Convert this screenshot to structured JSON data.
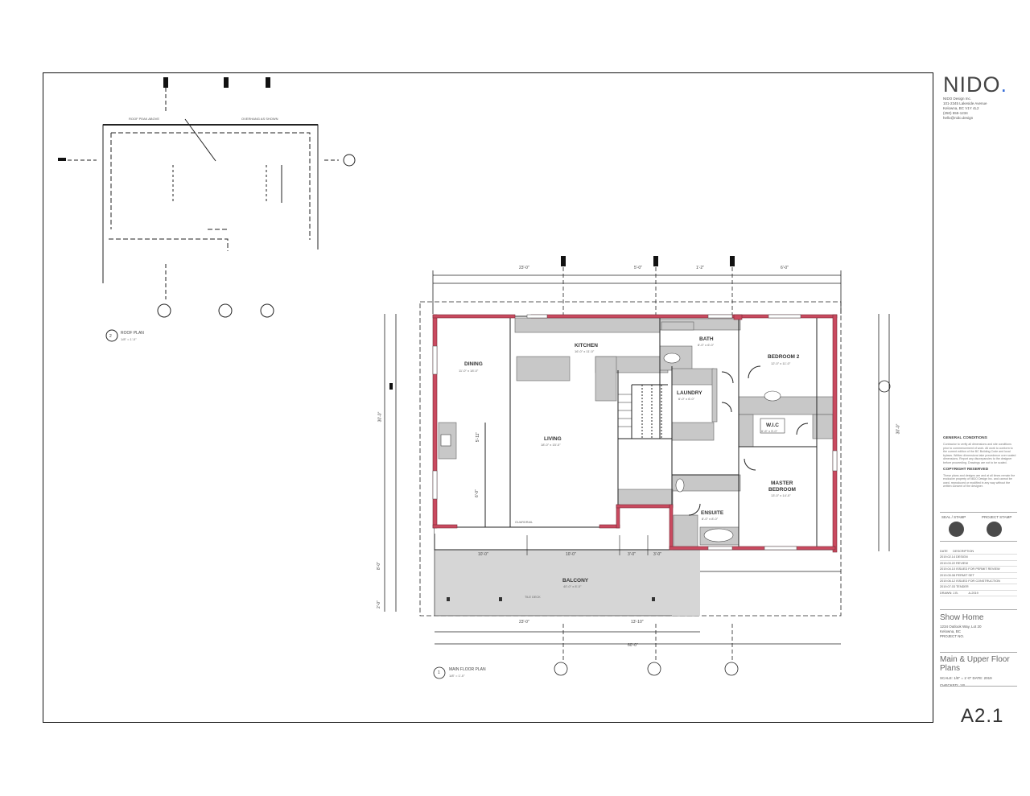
{
  "firm": {
    "logo": "NIDO",
    "logo_dot": ".",
    "lines": [
      "NIDO Design Inc.",
      "101-2345 Lakeside Avenue",
      "Kelowna, BC V1Y 4L2",
      "(250) 555-1234",
      "hello@nido.design"
    ]
  },
  "general_notes": {
    "heading": "GENERAL CONDITIONS",
    "paragraph1": "Contractor to verify all dimensions and site conditions prior to commencement of work. All work to conform to the current edition of the BC Building Code and local bylaws. Written dimensions take precedence over scaled dimensions. Report any discrepancies to the designer before proceeding. Drawings are not to be scaled.",
    "subheading": "COPYRIGHT RESERVED",
    "paragraph2": "These plans and designs are and at all times remain the exclusive property of NIDO Design Inc. and cannot be used, reproduced or modified in any way without the written consent of the designer."
  },
  "stamps": {
    "left": "SEAL / STAMP",
    "right": "PROJECT STAMP"
  },
  "revisions": {
    "header": [
      "DATE",
      "DESCRIPTION"
    ],
    "rows": [
      "2019.02.14  DESIGN",
      "2019.03.22  REVIEW",
      "2019.04.10  ISSUED FOR PERMIT REVIEW",
      "2019.05.08  PERMIT SET",
      "2019.06.12  ISSUED FOR CONSTRUCTION",
      "2019.07.03  TENDER"
    ],
    "footer_left": "DRAWN: J.B.",
    "footer_right": "A-2019"
  },
  "project": {
    "name": "Show Home",
    "address_lines": [
      "1234 Outlook Way, Lot 20",
      "Kelowna, BC",
      "PROJECT NO."
    ]
  },
  "sheet": {
    "title_line1": "Main & Upper Floor",
    "title_line2": "Plans",
    "meta_line1": "SCALE: 1/8\" = 1'-0\"      DATE: 2019",
    "meta_line2": "CHECKED: J.B.",
    "number": "A2.1"
  },
  "upper_plan": {
    "view_title": "ROOF PLAN",
    "view_scale": "1/8\" = 1'-0\"",
    "view_no": "2",
    "notes": [
      "ROOF PEAK ABOVE",
      "OVERHANG AS SHOWN"
    ]
  },
  "main_plan": {
    "view_title": "MAIN FLOOR PLAN",
    "view_scale": "1/8\" = 1'-0\"",
    "view_no": "1",
    "rooms": [
      {
        "name": "DINING",
        "size": "11'-0\" x 18'-0\""
      },
      {
        "name": "KITCHEN",
        "size": "16'-0\" x 11'-0\""
      },
      {
        "name": "LIVING",
        "size": "18'-0\" x 15'-0\""
      },
      {
        "name": "BATH",
        "size": "8'-0\" x 6'-0\""
      },
      {
        "name": "LAUNDRY",
        "size": "6'-0\" x 6'-0\""
      },
      {
        "name": "BEDROOM 2",
        "size": "12'-0\" x 11'-0\""
      },
      {
        "name": "W.I.C",
        "size": "6'-6\" x 5'-0\""
      },
      {
        "name": "MASTER",
        "size": ""
      },
      {
        "name": "BEDROOM",
        "size": "13'-0\" x 14'-0\""
      },
      {
        "name": "ENSUITE",
        "size": "8'-0\" x 8'-0\""
      },
      {
        "name": "BALCONY",
        "size": "40'-0\" x 8'-0\""
      }
    ],
    "dims_top": [
      "23'-0\"",
      "5'-0\"",
      "1'-2\"",
      "6'-0\""
    ],
    "dims_bottom": [
      "10'-0\"",
      "10'-0\"",
      "3'-0\"",
      "3'-0\"",
      "23'-0\"",
      "13'-10\"",
      "60'-0\""
    ],
    "dims_left": [
      "30'-0\"",
      "8'-0\"",
      "2'-0\""
    ],
    "dims_right": [
      "30'-0\""
    ],
    "misc": [
      "5'-11\"",
      "6'-0\"",
      "TILE DECK",
      "GUARDRAIL"
    ]
  },
  "colors": {
    "wall": "#c94a5f",
    "cabinet": "#c8c8c8",
    "line": "#222222",
    "accent": "#3a6fd8"
  }
}
